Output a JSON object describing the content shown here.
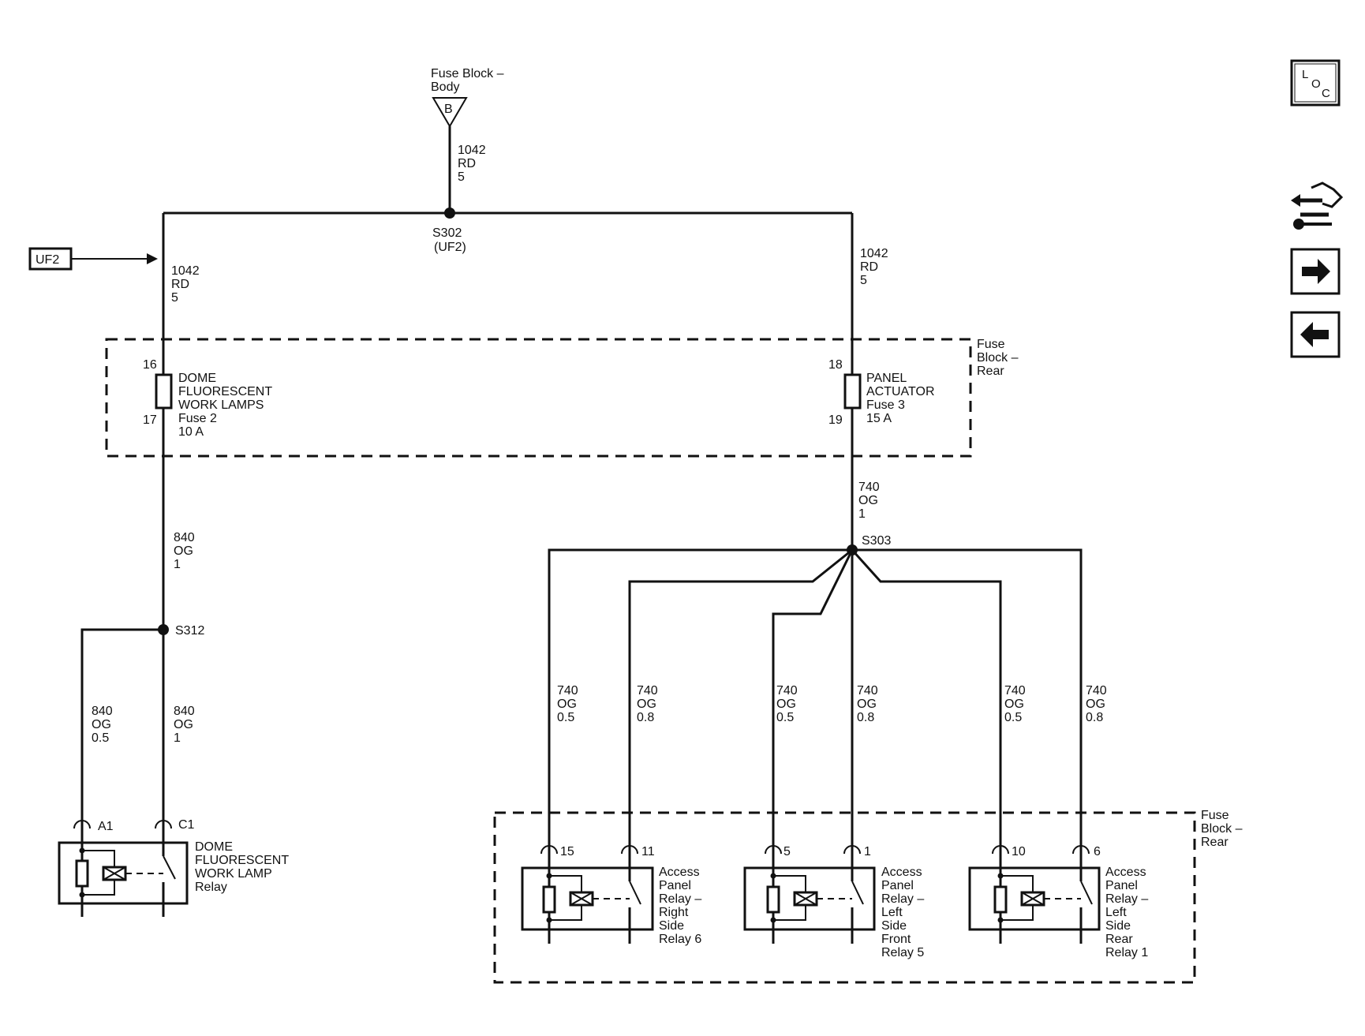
{
  "fuse_block_body": {
    "line1": "Fuse Block –",
    "line2": "Body",
    "terminal": "B"
  },
  "feed_top": {
    "circuit": "1042",
    "color": "RD",
    "size": "5"
  },
  "splice_s302": {
    "id": "S302",
    "sub": "(UF2)"
  },
  "uf2_label": "UF2",
  "feed_left": {
    "circuit": "1042",
    "color": "RD",
    "size": "5"
  },
  "feed_right": {
    "circuit": "1042",
    "color": "RD",
    "size": "5"
  },
  "fuse_block_rear_top": {
    "line1": "Fuse",
    "line2": "Block –",
    "line3": "Rear"
  },
  "fuse2": {
    "pin_in": "16",
    "pin_out": "17",
    "line1": "DOME",
    "line2": "FLUORESCENT",
    "line3": "WORK LAMPS",
    "line4": "Fuse 2",
    "line5": "10 A"
  },
  "fuse3": {
    "pin_in": "18",
    "pin_out": "19",
    "line1": "PANEL",
    "line2": "ACTUATOR",
    "line3": "Fuse 3",
    "line4": "15 A"
  },
  "wire_740_main": {
    "circuit": "740",
    "color": "OG",
    "size": "1"
  },
  "splice_s303": "S303",
  "wire_840_main": {
    "circuit": "840",
    "color": "OG",
    "size": "1"
  },
  "splice_s312": "S312",
  "wire_840_a1": {
    "circuit": "840",
    "color": "OG",
    "size": "0.5"
  },
  "wire_840_c1": {
    "circuit": "840",
    "color": "OG",
    "size": "1"
  },
  "dome_relay": {
    "pin_a": "A1",
    "pin_c": "C1",
    "line1": "DOME",
    "line2": "FLUORESCENT",
    "line3": "WORK LAMP",
    "line4": "Relay"
  },
  "branches": [
    {
      "circuit": "740",
      "color": "OG",
      "size": "0.5"
    },
    {
      "circuit": "740",
      "color": "OG",
      "size": "0.8"
    },
    {
      "circuit": "740",
      "color": "OG",
      "size": "0.5"
    },
    {
      "circuit": "740",
      "color": "OG",
      "size": "0.8"
    },
    {
      "circuit": "740",
      "color": "OG",
      "size": "0.5"
    },
    {
      "circuit": "740",
      "color": "OG",
      "size": "0.8"
    }
  ],
  "fuse_block_rear_bottom": {
    "line1": "Fuse",
    "line2": "Block –",
    "line3": "Rear"
  },
  "relay6": {
    "pin_l": "15",
    "pin_r": "11",
    "lines": [
      "Access",
      "Panel",
      "Relay –",
      "Right",
      "Side",
      "Relay 6"
    ]
  },
  "relay5": {
    "pin_l": "5",
    "pin_r": "1",
    "lines": [
      "Access",
      "Panel",
      "Relay –",
      "Left",
      "Side",
      "Front",
      "Relay 5"
    ]
  },
  "relay1": {
    "pin_l": "10",
    "pin_r": "6",
    "lines": [
      "Access",
      "Panel",
      "Relay –",
      "Left",
      "Side",
      "Rear",
      "Relay 1"
    ]
  },
  "nav": {
    "loc_l": "L",
    "loc_o": "O",
    "loc_c": "C",
    "icons": [
      "loc-icon",
      "connector-wrench-icon",
      "arrow-right-icon",
      "arrow-left-icon"
    ]
  }
}
